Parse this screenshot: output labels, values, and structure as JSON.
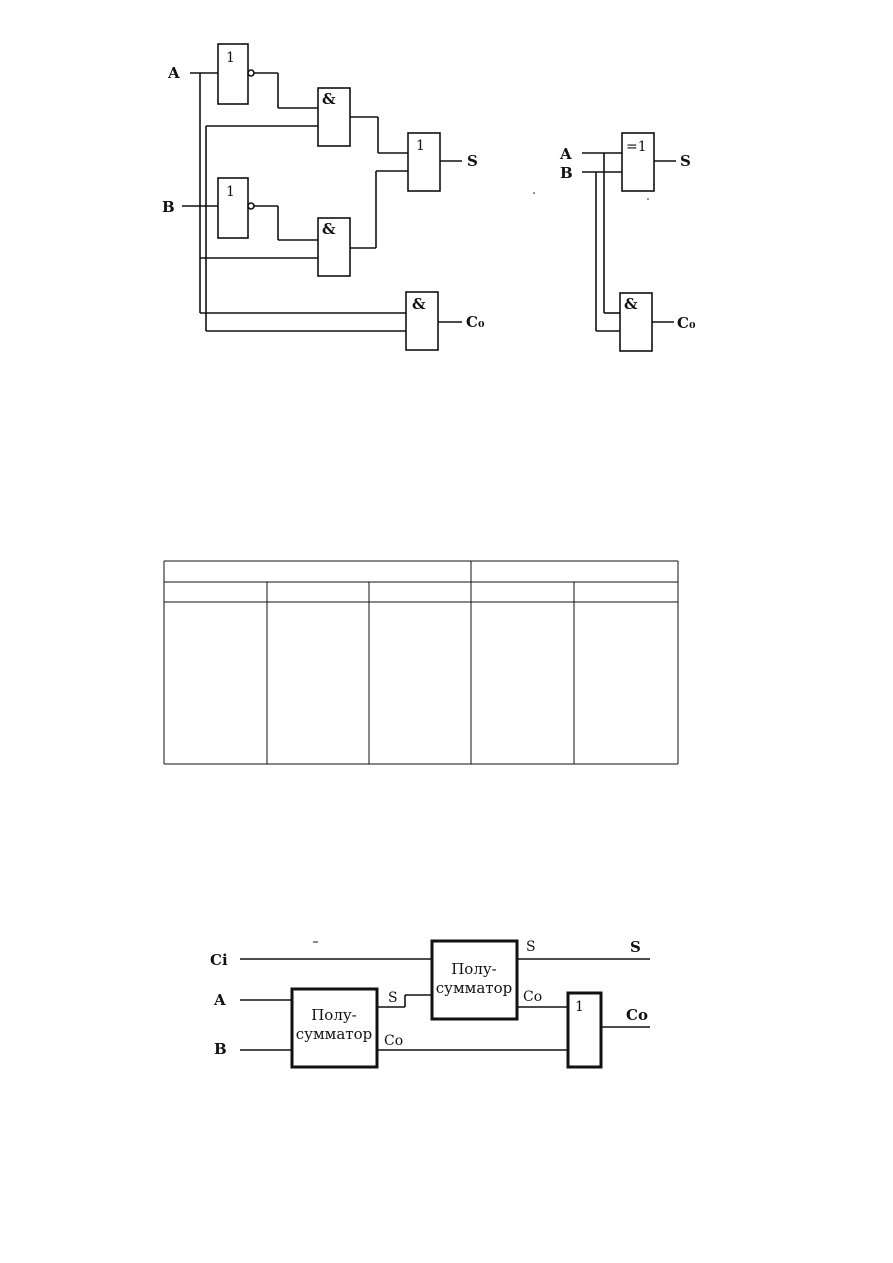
{
  "fig1": {
    "inputs": [
      "A",
      "B"
    ],
    "outputs": [
      "S",
      "C₀"
    ],
    "gates": {
      "not": "1",
      "and": "&",
      "or": "1"
    }
  },
  "fig2": {
    "inputs": [
      "A",
      "B"
    ],
    "outputs": [
      "S",
      "C₀"
    ],
    "gates": {
      "xor": "=1",
      "and": "&"
    }
  },
  "table": {
    "header_groups": [
      "",
      ""
    ],
    "columns": [
      "",
      "",
      "",
      "",
      ""
    ],
    "rows": []
  },
  "fig3": {
    "inputs": [
      "Ci",
      "A",
      "B"
    ],
    "half_adder": [
      "Полу-",
      "сумматор"
    ],
    "pin_s": "S",
    "pin_co": "Co",
    "or_gate": "1",
    "outputs": [
      "S",
      "Co"
    ]
  }
}
